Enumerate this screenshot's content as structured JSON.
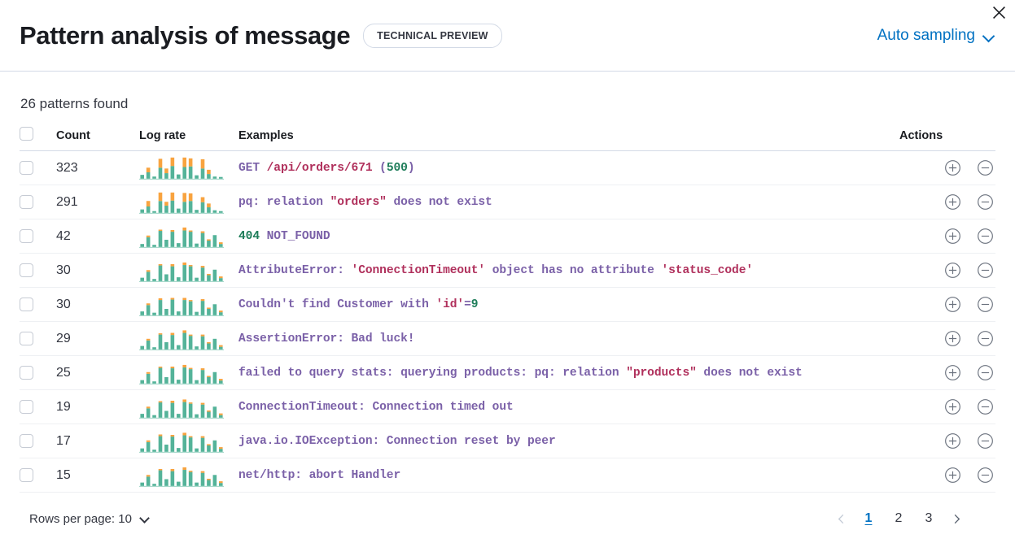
{
  "header": {
    "title": "Pattern analysis of message",
    "badge": "TECHNICAL PREVIEW",
    "sampling_label": "Auto sampling",
    "chevron_icon": "chevron-down-icon",
    "close_icon": "close-icon"
  },
  "summary": {
    "patterns_found": "26 patterns found"
  },
  "table": {
    "columns": {
      "select": "",
      "count": "Count",
      "log_rate": "Log rate",
      "examples": "Examples",
      "actions": "Actions"
    },
    "action_icons": {
      "filter_for": "plus-in-circle-icon",
      "filter_out": "minus-in-circle-icon"
    },
    "rows": [
      {
        "count": "323",
        "example": "GET /api/orders/671 (500)",
        "tokens": [
          {
            "t": "GET ",
            "k": "base"
          },
          {
            "t": "/api/orders/671",
            "k": "str"
          },
          {
            "t": " (",
            "k": "base"
          },
          {
            "t": "500",
            "k": "num"
          },
          {
            "t": ")",
            "k": "base"
          }
        ],
        "spark": [
          {
            "teal": 18,
            "orange": 0
          },
          {
            "teal": 30,
            "orange": 22
          },
          {
            "teal": 10,
            "orange": 0
          },
          {
            "teal": 52,
            "orange": 42
          },
          {
            "teal": 26,
            "orange": 22
          },
          {
            "teal": 60,
            "orange": 40
          },
          {
            "teal": 20,
            "orange": 0
          },
          {
            "teal": 55,
            "orange": 45
          },
          {
            "teal": 58,
            "orange": 38
          },
          {
            "teal": 16,
            "orange": 0
          },
          {
            "teal": 48,
            "orange": 44
          },
          {
            "teal": 22,
            "orange": 20
          },
          {
            "teal": 10,
            "orange": 0
          },
          {
            "teal": 8,
            "orange": 0
          }
        ]
      },
      {
        "count": "291",
        "example": "pq: relation \"orders\" does not exist",
        "tokens": [
          {
            "t": "pq: relation ",
            "k": "base"
          },
          {
            "t": "\"orders\"",
            "k": "str"
          },
          {
            "t": " does not exist",
            "k": "base"
          }
        ],
        "spark": [
          {
            "teal": 16,
            "orange": 0
          },
          {
            "teal": 30,
            "orange": 26
          },
          {
            "teal": 8,
            "orange": 0
          },
          {
            "teal": 56,
            "orange": 40
          },
          {
            "teal": 34,
            "orange": 18
          },
          {
            "teal": 58,
            "orange": 38
          },
          {
            "teal": 20,
            "orange": 0
          },
          {
            "teal": 52,
            "orange": 42
          },
          {
            "teal": 56,
            "orange": 36
          },
          {
            "teal": 14,
            "orange": 0
          },
          {
            "teal": 50,
            "orange": 24
          },
          {
            "teal": 26,
            "orange": 18
          },
          {
            "teal": 12,
            "orange": 0
          },
          {
            "teal": 8,
            "orange": 0
          }
        ]
      },
      {
        "count": "42",
        "example": "404 NOT_FOUND",
        "tokens": [
          {
            "t": "404",
            "k": "num"
          },
          {
            "t": " NOT_FOUND",
            "k": "base"
          }
        ],
        "spark": [
          {
            "teal": 14,
            "orange": 0
          },
          {
            "teal": 46,
            "orange": 8
          },
          {
            "teal": 10,
            "orange": 0
          },
          {
            "teal": 76,
            "orange": 6
          },
          {
            "teal": 34,
            "orange": 0
          },
          {
            "teal": 72,
            "orange": 8
          },
          {
            "teal": 18,
            "orange": 0
          },
          {
            "teal": 78,
            "orange": 14
          },
          {
            "teal": 72,
            "orange": 6
          },
          {
            "teal": 16,
            "orange": 0
          },
          {
            "teal": 66,
            "orange": 8
          },
          {
            "teal": 30,
            "orange": 6
          },
          {
            "teal": 56,
            "orange": 0
          },
          {
            "teal": 14,
            "orange": 8
          }
        ]
      },
      {
        "count": "30",
        "example": "AttributeError: 'ConnectionTimeout' object has no attribute 'status_code'",
        "tokens": [
          {
            "t": "AttributeError: ",
            "k": "base"
          },
          {
            "t": "'ConnectionTimeout'",
            "k": "str"
          },
          {
            "t": " object has no attribute ",
            "k": "base"
          },
          {
            "t": "'status_code'",
            "k": "str"
          }
        ],
        "spark": [
          {
            "teal": 16,
            "orange": 0
          },
          {
            "teal": 44,
            "orange": 8
          },
          {
            "teal": 10,
            "orange": 0
          },
          {
            "teal": 74,
            "orange": 6
          },
          {
            "teal": 32,
            "orange": 0
          },
          {
            "teal": 70,
            "orange": 10
          },
          {
            "teal": 18,
            "orange": 0
          },
          {
            "teal": 76,
            "orange": 12
          },
          {
            "teal": 70,
            "orange": 6
          },
          {
            "teal": 16,
            "orange": 0
          },
          {
            "teal": 64,
            "orange": 8
          },
          {
            "teal": 28,
            "orange": 6
          },
          {
            "teal": 54,
            "orange": 0
          },
          {
            "teal": 14,
            "orange": 8
          }
        ]
      },
      {
        "count": "30",
        "example": "Couldn't find Customer with 'id'=9",
        "tokens": [
          {
            "t": "Couldn't find Customer with ",
            "k": "base"
          },
          {
            "t": "'id'",
            "k": "str"
          },
          {
            "t": "=",
            "k": "base"
          },
          {
            "t": "9",
            "k": "num"
          }
        ],
        "spark": [
          {
            "teal": 18,
            "orange": 0
          },
          {
            "teal": 48,
            "orange": 8
          },
          {
            "teal": 12,
            "orange": 0
          },
          {
            "teal": 72,
            "orange": 8
          },
          {
            "teal": 30,
            "orange": 0
          },
          {
            "teal": 74,
            "orange": 8
          },
          {
            "teal": 18,
            "orange": 0
          },
          {
            "teal": 72,
            "orange": 10
          },
          {
            "teal": 66,
            "orange": 6
          },
          {
            "teal": 16,
            "orange": 0
          },
          {
            "teal": 68,
            "orange": 8
          },
          {
            "teal": 30,
            "orange": 6
          },
          {
            "teal": 52,
            "orange": 0
          },
          {
            "teal": 14,
            "orange": 8
          }
        ]
      },
      {
        "count": "29",
        "example": "AssertionError: Bad luck!",
        "tokens": [
          {
            "t": "AssertionError: Bad luck!",
            "k": "base"
          }
        ],
        "spark": [
          {
            "teal": 16,
            "orange": 0
          },
          {
            "teal": 42,
            "orange": 8
          },
          {
            "teal": 10,
            "orange": 0
          },
          {
            "teal": 70,
            "orange": 6
          },
          {
            "teal": 34,
            "orange": 0
          },
          {
            "teal": 68,
            "orange": 10
          },
          {
            "teal": 20,
            "orange": 0
          },
          {
            "teal": 78,
            "orange": 12
          },
          {
            "teal": 64,
            "orange": 6
          },
          {
            "teal": 14,
            "orange": 0
          },
          {
            "teal": 62,
            "orange": 8
          },
          {
            "teal": 28,
            "orange": 6
          },
          {
            "teal": 50,
            "orange": 0
          },
          {
            "teal": 12,
            "orange": 8
          }
        ]
      },
      {
        "count": "25",
        "example": "failed to query stats: querying products: pq: relation \"products\" does not exist",
        "tokens": [
          {
            "t": "failed to query stats: querying products: pq: relation ",
            "k": "base"
          },
          {
            "t": "\"products\"",
            "k": "str"
          },
          {
            "t": " does not exist",
            "k": "base"
          }
        ],
        "spark": [
          {
            "teal": 16,
            "orange": 0
          },
          {
            "teal": 46,
            "orange": 8
          },
          {
            "teal": 10,
            "orange": 0
          },
          {
            "teal": 74,
            "orange": 6
          },
          {
            "teal": 30,
            "orange": 0
          },
          {
            "teal": 72,
            "orange": 8
          },
          {
            "teal": 18,
            "orange": 0
          },
          {
            "teal": 76,
            "orange": 12
          },
          {
            "teal": 68,
            "orange": 6
          },
          {
            "teal": 16,
            "orange": 0
          },
          {
            "teal": 64,
            "orange": 8
          },
          {
            "teal": 30,
            "orange": 6
          },
          {
            "teal": 54,
            "orange": 0
          },
          {
            "teal": 14,
            "orange": 8
          }
        ]
      },
      {
        "count": "19",
        "example": "ConnectionTimeout: Connection timed out",
        "tokens": [
          {
            "t": "ConnectionTimeout: Connection timed out",
            "k": "base"
          }
        ],
        "spark": [
          {
            "teal": 18,
            "orange": 0
          },
          {
            "teal": 44,
            "orange": 8
          },
          {
            "teal": 12,
            "orange": 0
          },
          {
            "teal": 72,
            "orange": 6
          },
          {
            "teal": 32,
            "orange": 0
          },
          {
            "teal": 70,
            "orange": 10
          },
          {
            "teal": 18,
            "orange": 0
          },
          {
            "teal": 74,
            "orange": 12
          },
          {
            "teal": 66,
            "orange": 6
          },
          {
            "teal": 16,
            "orange": 0
          },
          {
            "teal": 62,
            "orange": 8
          },
          {
            "teal": 28,
            "orange": 6
          },
          {
            "teal": 52,
            "orange": 0
          },
          {
            "teal": 12,
            "orange": 8
          }
        ]
      },
      {
        "count": "17",
        "example": "java.io.IOException: Connection reset by peer",
        "tokens": [
          {
            "t": "java.io.IOException: Connection reset by peer",
            "k": "base"
          }
        ],
        "spark": [
          {
            "teal": 16,
            "orange": 0
          },
          {
            "teal": 46,
            "orange": 8
          },
          {
            "teal": 10,
            "orange": 0
          },
          {
            "teal": 74,
            "orange": 8
          },
          {
            "teal": 34,
            "orange": 0
          },
          {
            "teal": 72,
            "orange": 8
          },
          {
            "teal": 18,
            "orange": 0
          },
          {
            "teal": 78,
            "orange": 12
          },
          {
            "teal": 68,
            "orange": 6
          },
          {
            "teal": 16,
            "orange": 0
          },
          {
            "teal": 66,
            "orange": 8
          },
          {
            "teal": 30,
            "orange": 6
          },
          {
            "teal": 54,
            "orange": 0
          },
          {
            "teal": 14,
            "orange": 8
          }
        ]
      },
      {
        "count": "15",
        "example": "net/http: abort Handler",
        "tokens": [
          {
            "t": "net/http: abort Handler",
            "k": "base"
          }
        ],
        "spark": [
          {
            "teal": 16,
            "orange": 0
          },
          {
            "teal": 44,
            "orange": 8
          },
          {
            "teal": 10,
            "orange": 0
          },
          {
            "teal": 74,
            "orange": 6
          },
          {
            "teal": 32,
            "orange": 0
          },
          {
            "teal": 70,
            "orange": 10
          },
          {
            "teal": 20,
            "orange": 0
          },
          {
            "teal": 76,
            "orange": 12
          },
          {
            "teal": 66,
            "orange": 6
          },
          {
            "teal": 16,
            "orange": 0
          },
          {
            "teal": 62,
            "orange": 8
          },
          {
            "teal": 28,
            "orange": 6
          },
          {
            "teal": 52,
            "orange": 0
          },
          {
            "teal": 14,
            "orange": 8
          }
        ]
      }
    ]
  },
  "footer": {
    "rows_per_page": "Rows per page: 10",
    "pages": [
      "1",
      "2",
      "3"
    ],
    "active_page": "1",
    "prev_icon": "chevron-left-icon",
    "next_icon": "chevron-right-icon"
  },
  "colors": {
    "bar_teal": "#54b399",
    "bar_orange": "#f8a33f",
    "link_blue": "#0071c2",
    "token_base": "#7b61a8",
    "token_string": "#b0305c",
    "token_number": "#1f7d5a"
  }
}
